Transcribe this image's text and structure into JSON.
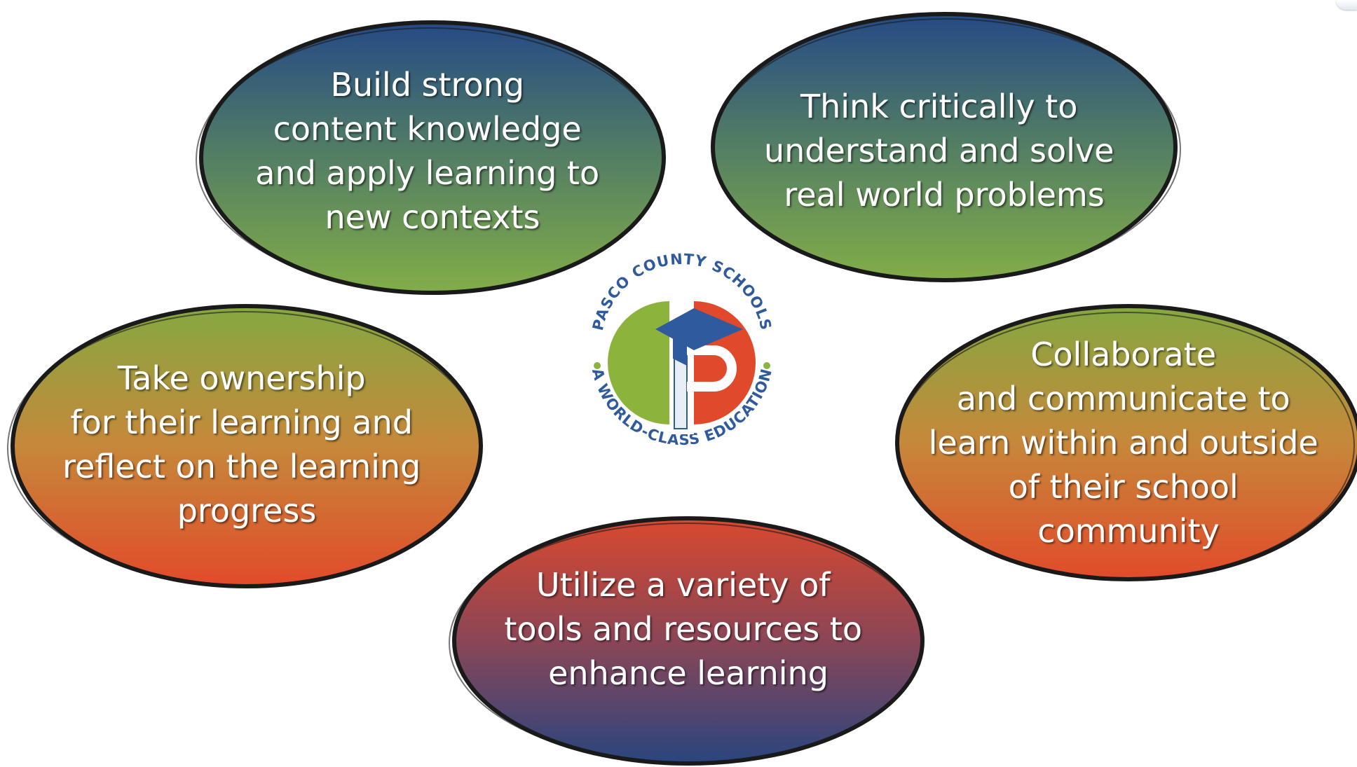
{
  "ovals": [
    {
      "id": "build-knowledge",
      "lines": [
        "Build strong",
        "content knowledge",
        "and apply learning to",
        "new contexts"
      ]
    },
    {
      "id": "think-critically",
      "lines": [
        "Think critically to",
        "understand and solve",
        "real world problems"
      ]
    },
    {
      "id": "take-ownership",
      "lines": [
        "Take ownership",
        "for their learning and",
        "reflect on the learning",
        "progress"
      ]
    },
    {
      "id": "collaborate",
      "lines": [
        "Collaborate",
        "and communicate to",
        "learn within and outside",
        "of their school",
        "community"
      ]
    },
    {
      "id": "utilize-tools",
      "lines": [
        "Utilize a variety of",
        "tools and resources to",
        "enhance learning"
      ]
    }
  ],
  "logo": {
    "top_text": "PASCO COUNTY SCHOOLS",
    "bottom_text": "A WORLD-CLASS EDUCATION",
    "colors": {
      "blue": "#2f5a9e",
      "green": "#8cb43c",
      "red": "#e04a2a"
    }
  },
  "colors": {
    "navy": "#254a86",
    "green": "#7aa844",
    "orange": "#d4702c",
    "red": "#e04a2a",
    "outline": "#1a1a1a",
    "text": "#ffffff"
  }
}
